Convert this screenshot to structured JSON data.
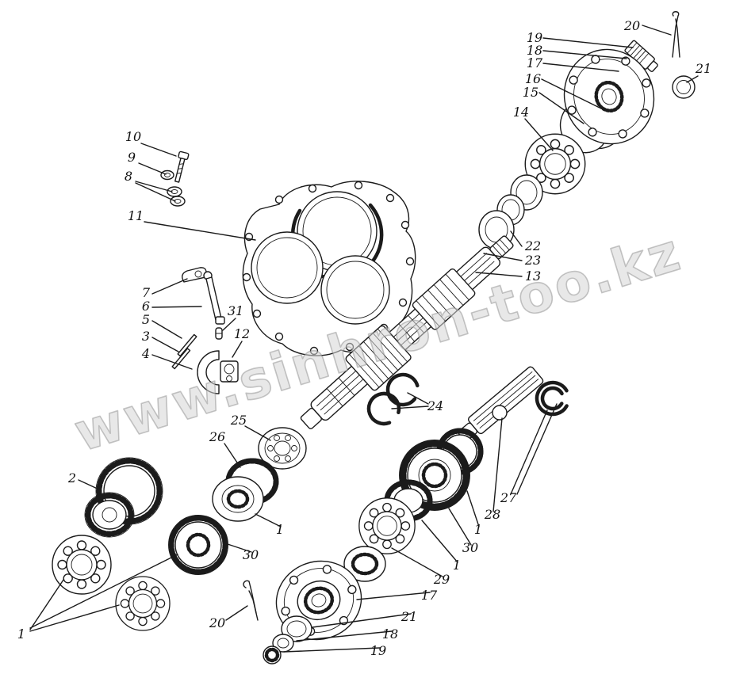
{
  "watermark": {
    "text": "www.sinhron-too.kz"
  },
  "callouts": [
    {
      "id": "20-top",
      "label": "20"
    },
    {
      "id": "19-top",
      "label": "19"
    },
    {
      "id": "18-top",
      "label": "18"
    },
    {
      "id": "17-top",
      "label": "17"
    },
    {
      "id": "16",
      "label": "16"
    },
    {
      "id": "15",
      "label": "15"
    },
    {
      "id": "14",
      "label": "14"
    },
    {
      "id": "21-top",
      "label": "21"
    },
    {
      "id": "22",
      "label": "22"
    },
    {
      "id": "23",
      "label": "23"
    },
    {
      "id": "13",
      "label": "13"
    },
    {
      "id": "10",
      "label": "10"
    },
    {
      "id": "9",
      "label": "9"
    },
    {
      "id": "8",
      "label": "8"
    },
    {
      "id": "11",
      "label": "11"
    },
    {
      "id": "7",
      "label": "7"
    },
    {
      "id": "6",
      "label": "6"
    },
    {
      "id": "5",
      "label": "5"
    },
    {
      "id": "3",
      "label": "3"
    },
    {
      "id": "4",
      "label": "4"
    },
    {
      "id": "31",
      "label": "31"
    },
    {
      "id": "12",
      "label": "12"
    },
    {
      "id": "25",
      "label": "25"
    },
    {
      "id": "26",
      "label": "26"
    },
    {
      "id": "2",
      "label": "2"
    },
    {
      "id": "1-bottom-left",
      "label": "1"
    },
    {
      "id": "24",
      "label": "24"
    },
    {
      "id": "27",
      "label": "27"
    },
    {
      "id": "28",
      "label": "28"
    },
    {
      "id": "1-right-a",
      "label": "1"
    },
    {
      "id": "30-right",
      "label": "30"
    },
    {
      "id": "1-right-b",
      "label": "1"
    },
    {
      "id": "29",
      "label": "29"
    },
    {
      "id": "17-bottom",
      "label": "17"
    },
    {
      "id": "21-bottom",
      "label": "21"
    },
    {
      "id": "18-bottom",
      "label": "18"
    },
    {
      "id": "19-bottom",
      "label": "19"
    },
    {
      "id": "20-bottom",
      "label": "20"
    },
    {
      "id": "1-left",
      "label": "1"
    },
    {
      "id": "30-left",
      "label": "30"
    }
  ]
}
